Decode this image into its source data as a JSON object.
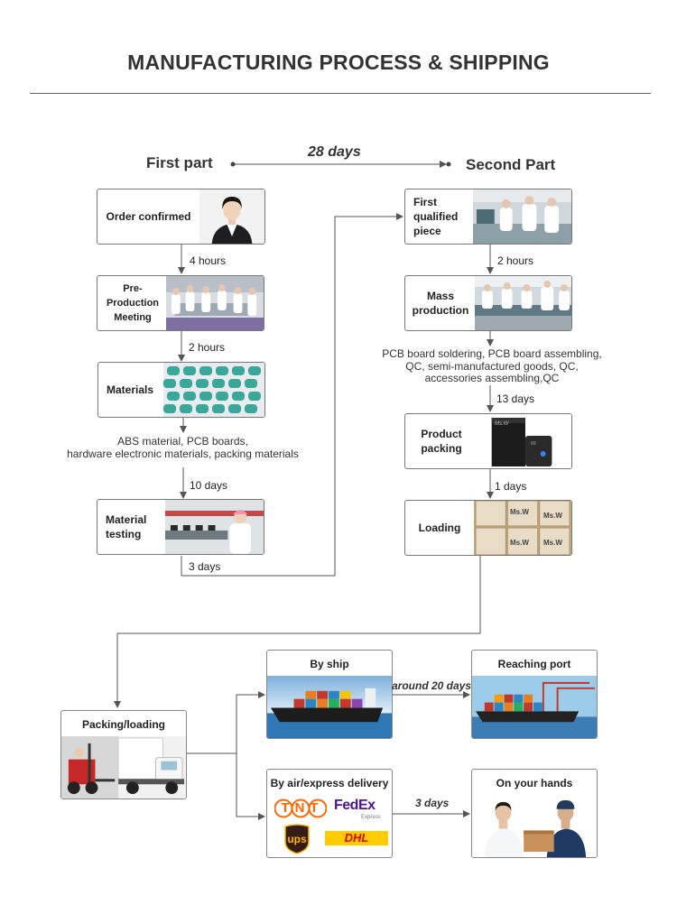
{
  "title": "MANUFACTURING PROCESS & SHIPPING",
  "header": {
    "first": "First part",
    "second": "Second Part",
    "duration": "28 days"
  },
  "first_part": {
    "steps": [
      "Order confirmed",
      "Pre-Production Meeting",
      "Materials",
      "Material testing"
    ],
    "durations": [
      "4 hours",
      "2 hours",
      "10 days",
      "3 days"
    ],
    "materials_note": [
      "ABS material, PCB boards,",
      "hardware electronic materials, packing materials"
    ]
  },
  "second_part": {
    "steps": [
      "First qualified piece",
      "Mass production",
      "Product packing",
      "Loading"
    ],
    "durations": [
      "2 hours",
      "13 days",
      "1 days"
    ],
    "production_note": [
      "PCB board soldering, PCB board assembling,",
      "QC, semi-manufactured goods, QC,",
      "accessories assembling,QC"
    ]
  },
  "shipping": {
    "packing": "Packing/loading",
    "ship": "By ship",
    "ship_duration": "around 20 days",
    "port": "Reaching port",
    "air": "By air/express delivery",
    "air_duration": "3 days",
    "hands": "On your hands",
    "carrier_logos": [
      "TNT",
      "FedEx",
      "Express",
      "ups",
      "DHL"
    ],
    "box_marks": [
      "Ms.W",
      "Ms.W",
      "Ms.W",
      "Ms.W"
    ],
    "device_mark": "Ms.W"
  },
  "colors": {
    "line": "#555555",
    "fedex_purple": "#4d148c",
    "fedex_orange": "#ff6600",
    "tnt_orange": "#ff6600",
    "ups_brown": "#351c15",
    "ups_gold": "#ffb500",
    "dhl_yellow": "#ffcc00",
    "dhl_red": "#d40511"
  }
}
